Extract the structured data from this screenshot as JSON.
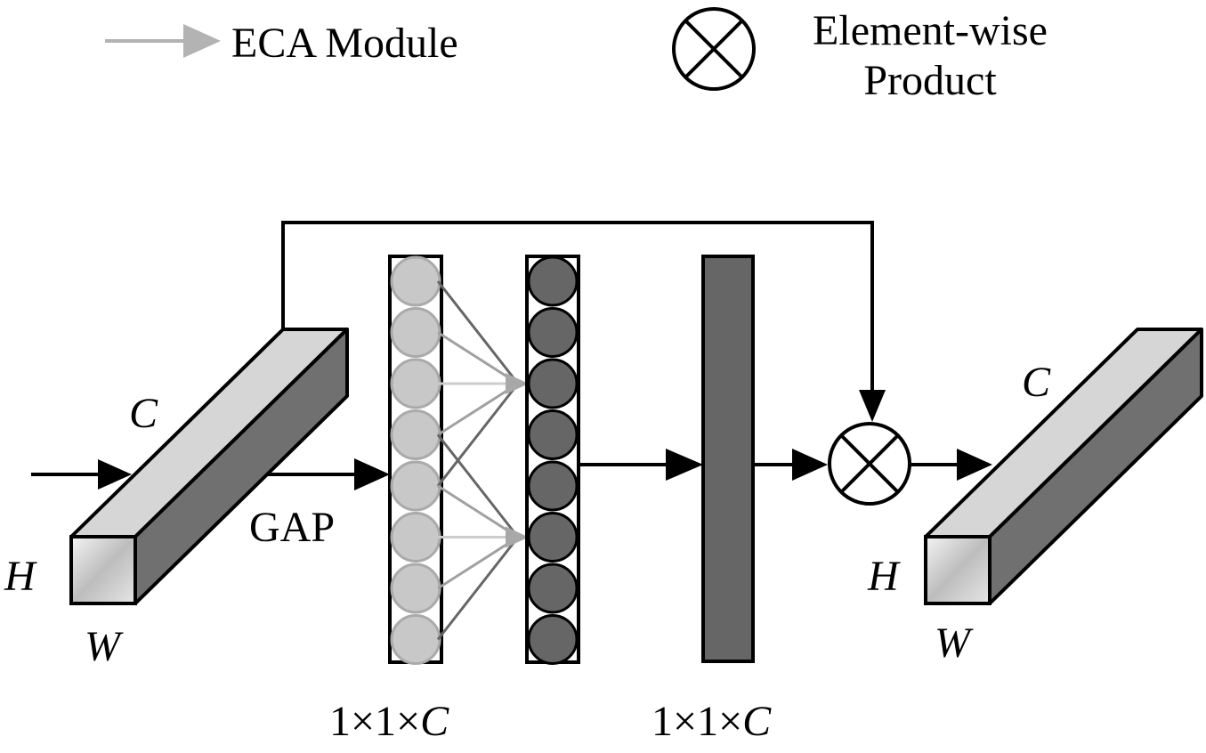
{
  "legend": {
    "eca_label": "ECA Module",
    "product_label_line1": "Element-wise",
    "product_label_line2": "Product",
    "eca_arrow_color": "#b3b3b3"
  },
  "input_tensor": {
    "channel_label": "C",
    "height_label": "H",
    "width_label": "W"
  },
  "output_tensor": {
    "channel_label": "C",
    "height_label": "H",
    "width_label": "W"
  },
  "gap_label": "GAP",
  "pooled_vector": {
    "dim_label_prefix": "1×1×",
    "dim_label_var": "C",
    "node_count": 8,
    "node_color": "#c8c8c8"
  },
  "eca_output_vector": {
    "node_count": 8,
    "node_color": "#666666"
  },
  "attention_vector": {
    "dim_label_prefix": "1×1×",
    "dim_label_var": "C",
    "fill_color": "#666666"
  },
  "colors": {
    "tensor_top": "#d6d6d6",
    "tensor_front": "#d2d2d2",
    "tensor_side": "#707070",
    "line": "#000000"
  },
  "product_symbol": "⊗"
}
